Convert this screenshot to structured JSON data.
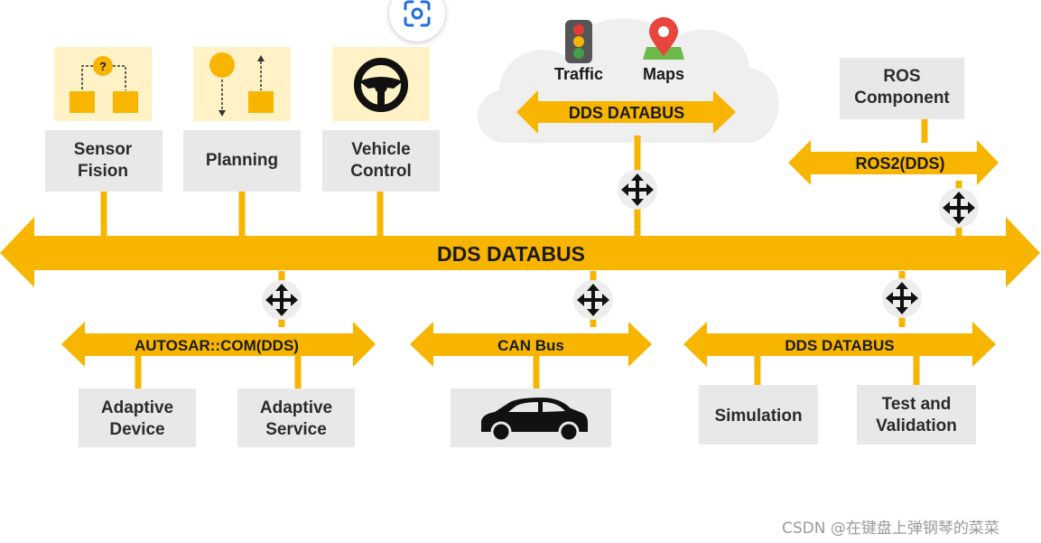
{
  "diagram": {
    "main_bus": {
      "label": "DDS DATABUS"
    },
    "top_components": [
      {
        "label_lines": [
          "Sensor",
          "Fision"
        ],
        "icon": "flowchart-decision-icon"
      },
      {
        "label_lines": [
          "Planning"
        ],
        "icon": "planning-arrows-icon"
      },
      {
        "label_lines": [
          "Vehicle",
          "Control"
        ],
        "icon": "steering-wheel-icon"
      }
    ],
    "cloud": {
      "items": [
        {
          "label": "Traffic",
          "icon": "traffic-light-icon"
        },
        {
          "label": "Maps",
          "icon": "map-pin-icon"
        }
      ],
      "bus_label": "DDS DATABUS"
    },
    "ros": {
      "component_lines": [
        "ROS",
        "Component"
      ],
      "bus_label": "ROS2(DDS)"
    },
    "bottom_groups": [
      {
        "bus_label": "AUTOSAR::COM(DDS)",
        "components": [
          {
            "label_lines": [
              "Adaptive",
              "Device"
            ]
          },
          {
            "label_lines": [
              "Adaptive",
              "Service"
            ]
          }
        ]
      },
      {
        "bus_label": "CAN Bus",
        "components": [
          {
            "icon": "car-icon"
          }
        ]
      },
      {
        "bus_label": "DDS DATABUS",
        "components": [
          {
            "label_lines": [
              "Simulation"
            ]
          },
          {
            "label_lines": [
              "Test and",
              "Validation"
            ]
          }
        ]
      }
    ],
    "connector_icon": "move-arrows-icon"
  },
  "colors": {
    "bus": "#F7B500",
    "box": "#E8E8E8",
    "icon_bg": "#FFF2C6",
    "connector_bg": "#EDEDED",
    "cloud": "#EFEFEF",
    "accent_blue": "#1E6FD9"
  },
  "watermark": "CSDN @在键盘上弹钢琴的菜菜"
}
